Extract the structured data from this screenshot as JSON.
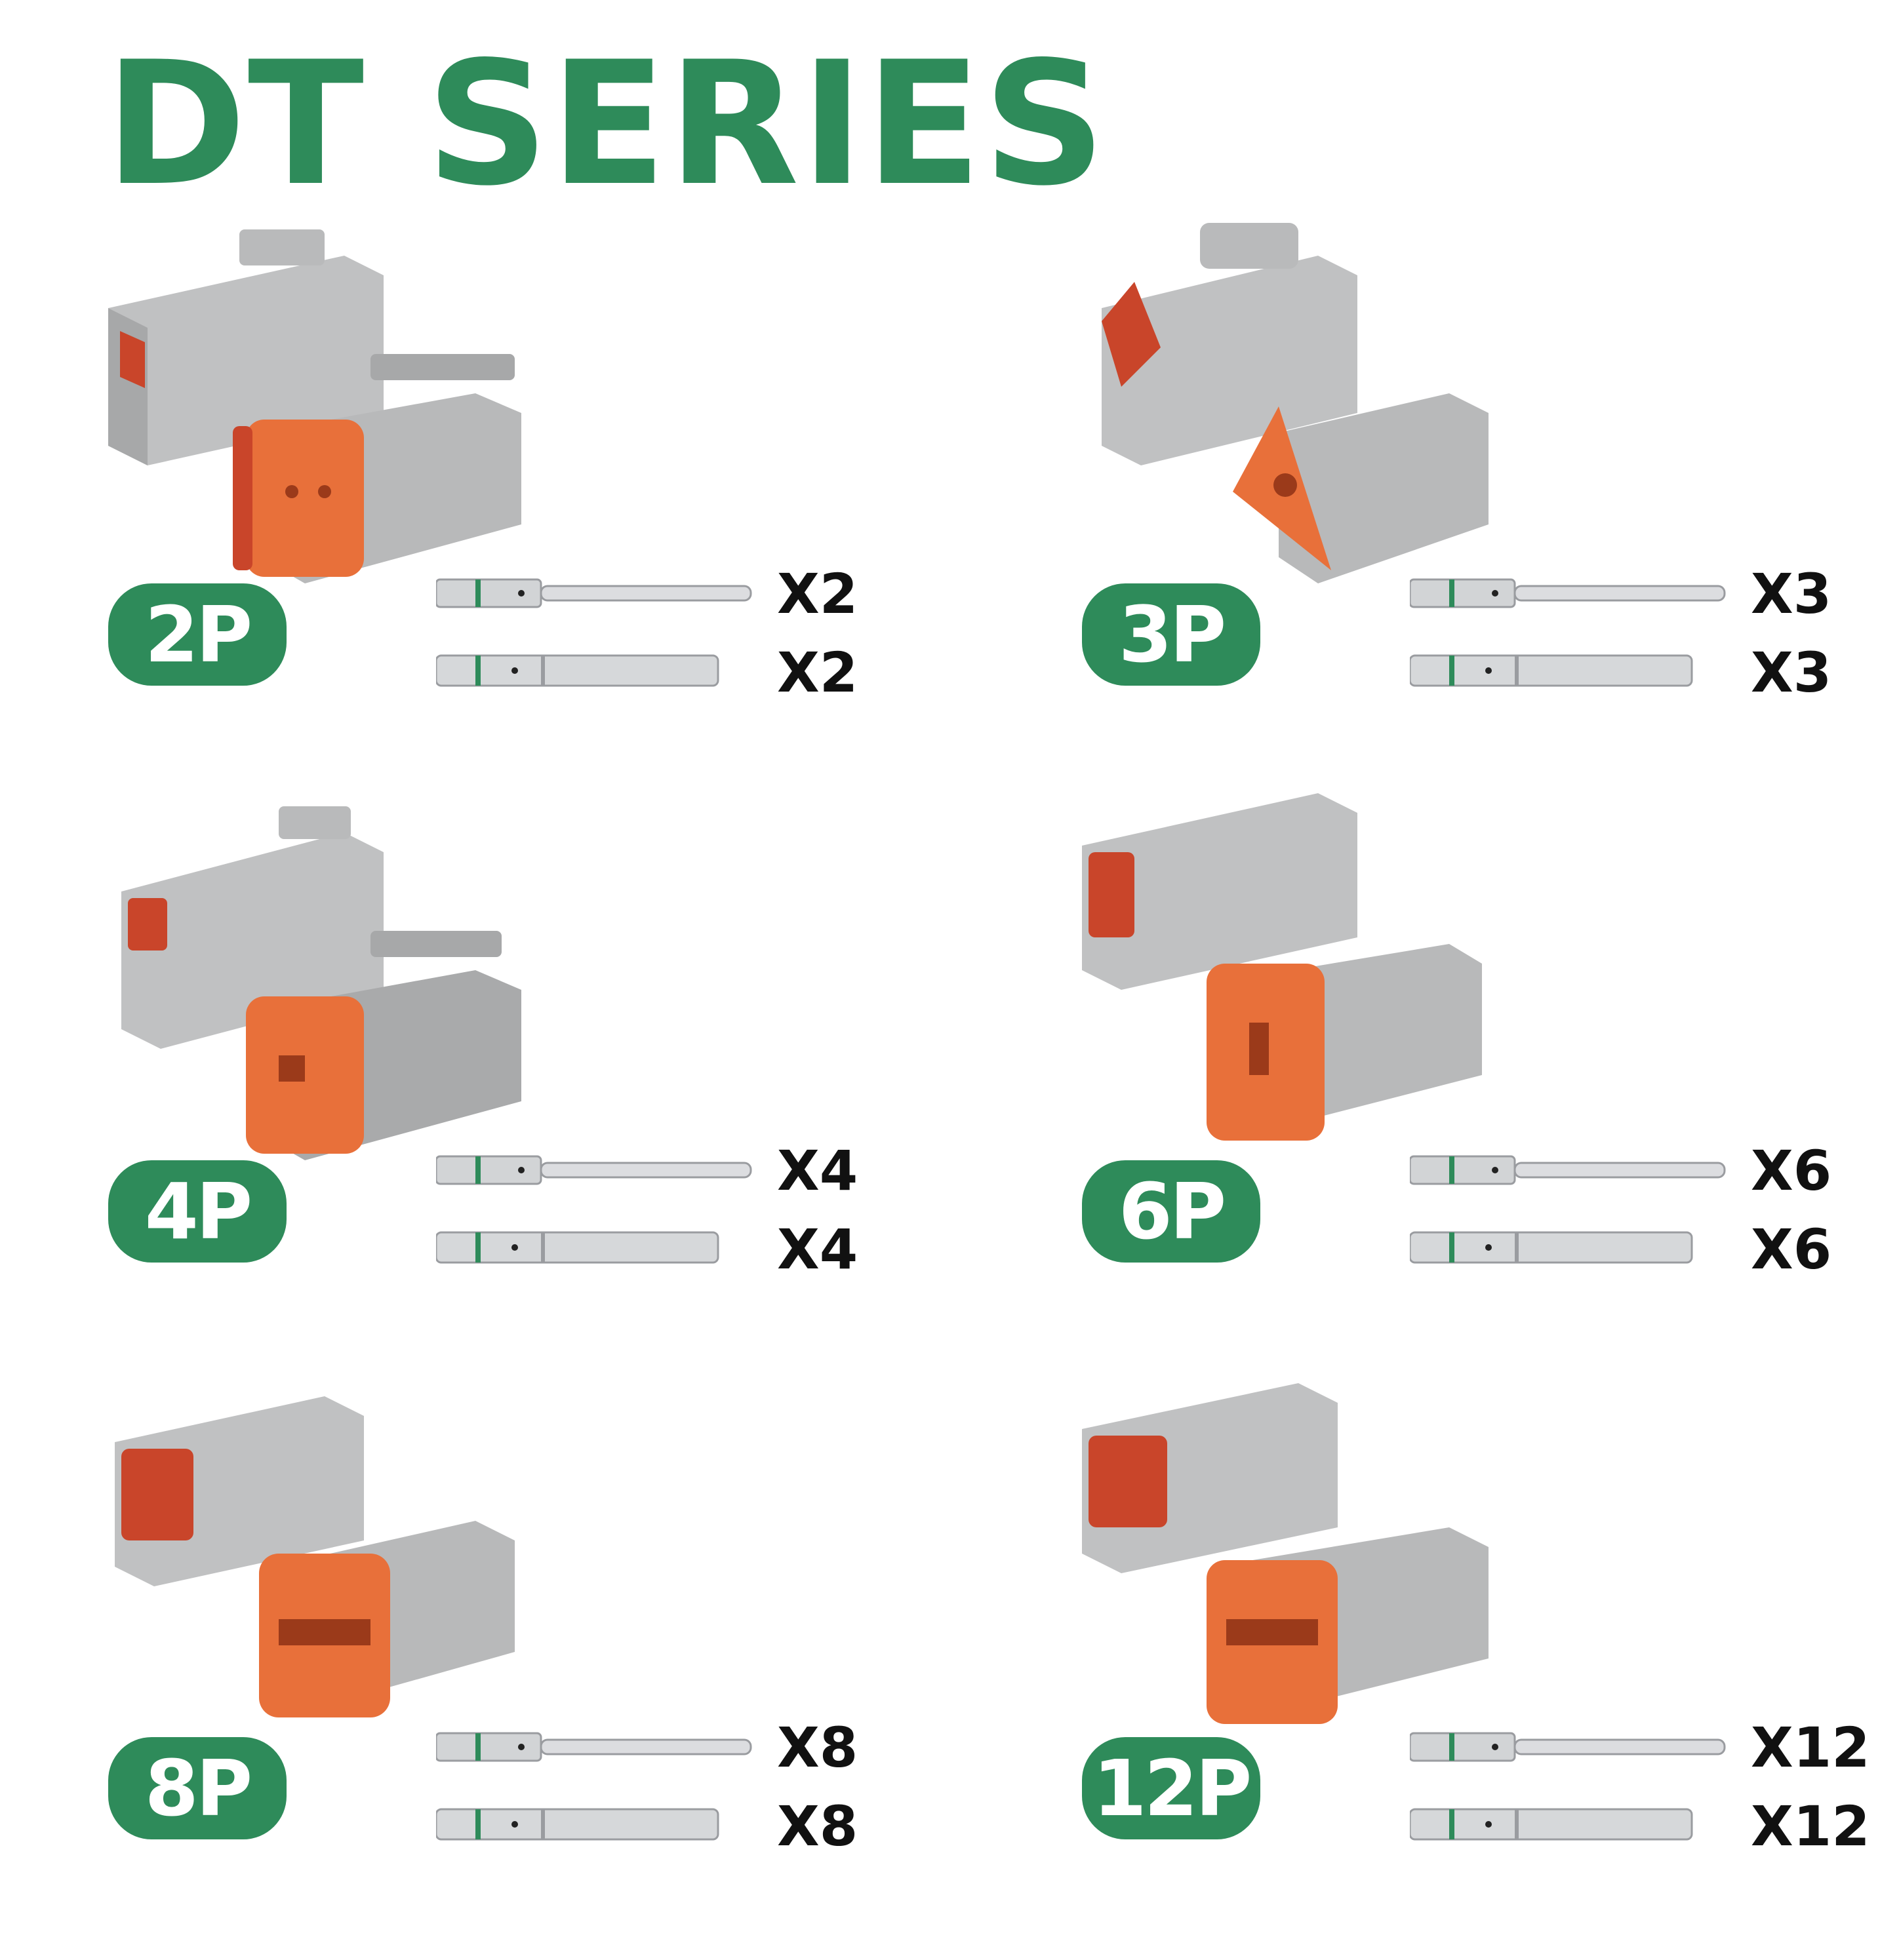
{
  "title": "DT SERIES",
  "colors": {
    "accent_green": "#2e8b5a",
    "housing_grey": "#b4b5b6",
    "seal_orange": "#e8703a",
    "seal_red": "#c9452a"
  },
  "products": [
    {
      "label": "2P",
      "male_pins": "X2",
      "female_pins": "X2"
    },
    {
      "label": "3P",
      "male_pins": "X3",
      "female_pins": "X3"
    },
    {
      "label": "4P",
      "male_pins": "X4",
      "female_pins": "X4"
    },
    {
      "label": "6P",
      "male_pins": "X6",
      "female_pins": "X6"
    },
    {
      "label": "8P",
      "male_pins": "X8",
      "female_pins": "X8"
    },
    {
      "label": "12P",
      "male_pins": "X12",
      "female_pins": "X12"
    }
  ]
}
